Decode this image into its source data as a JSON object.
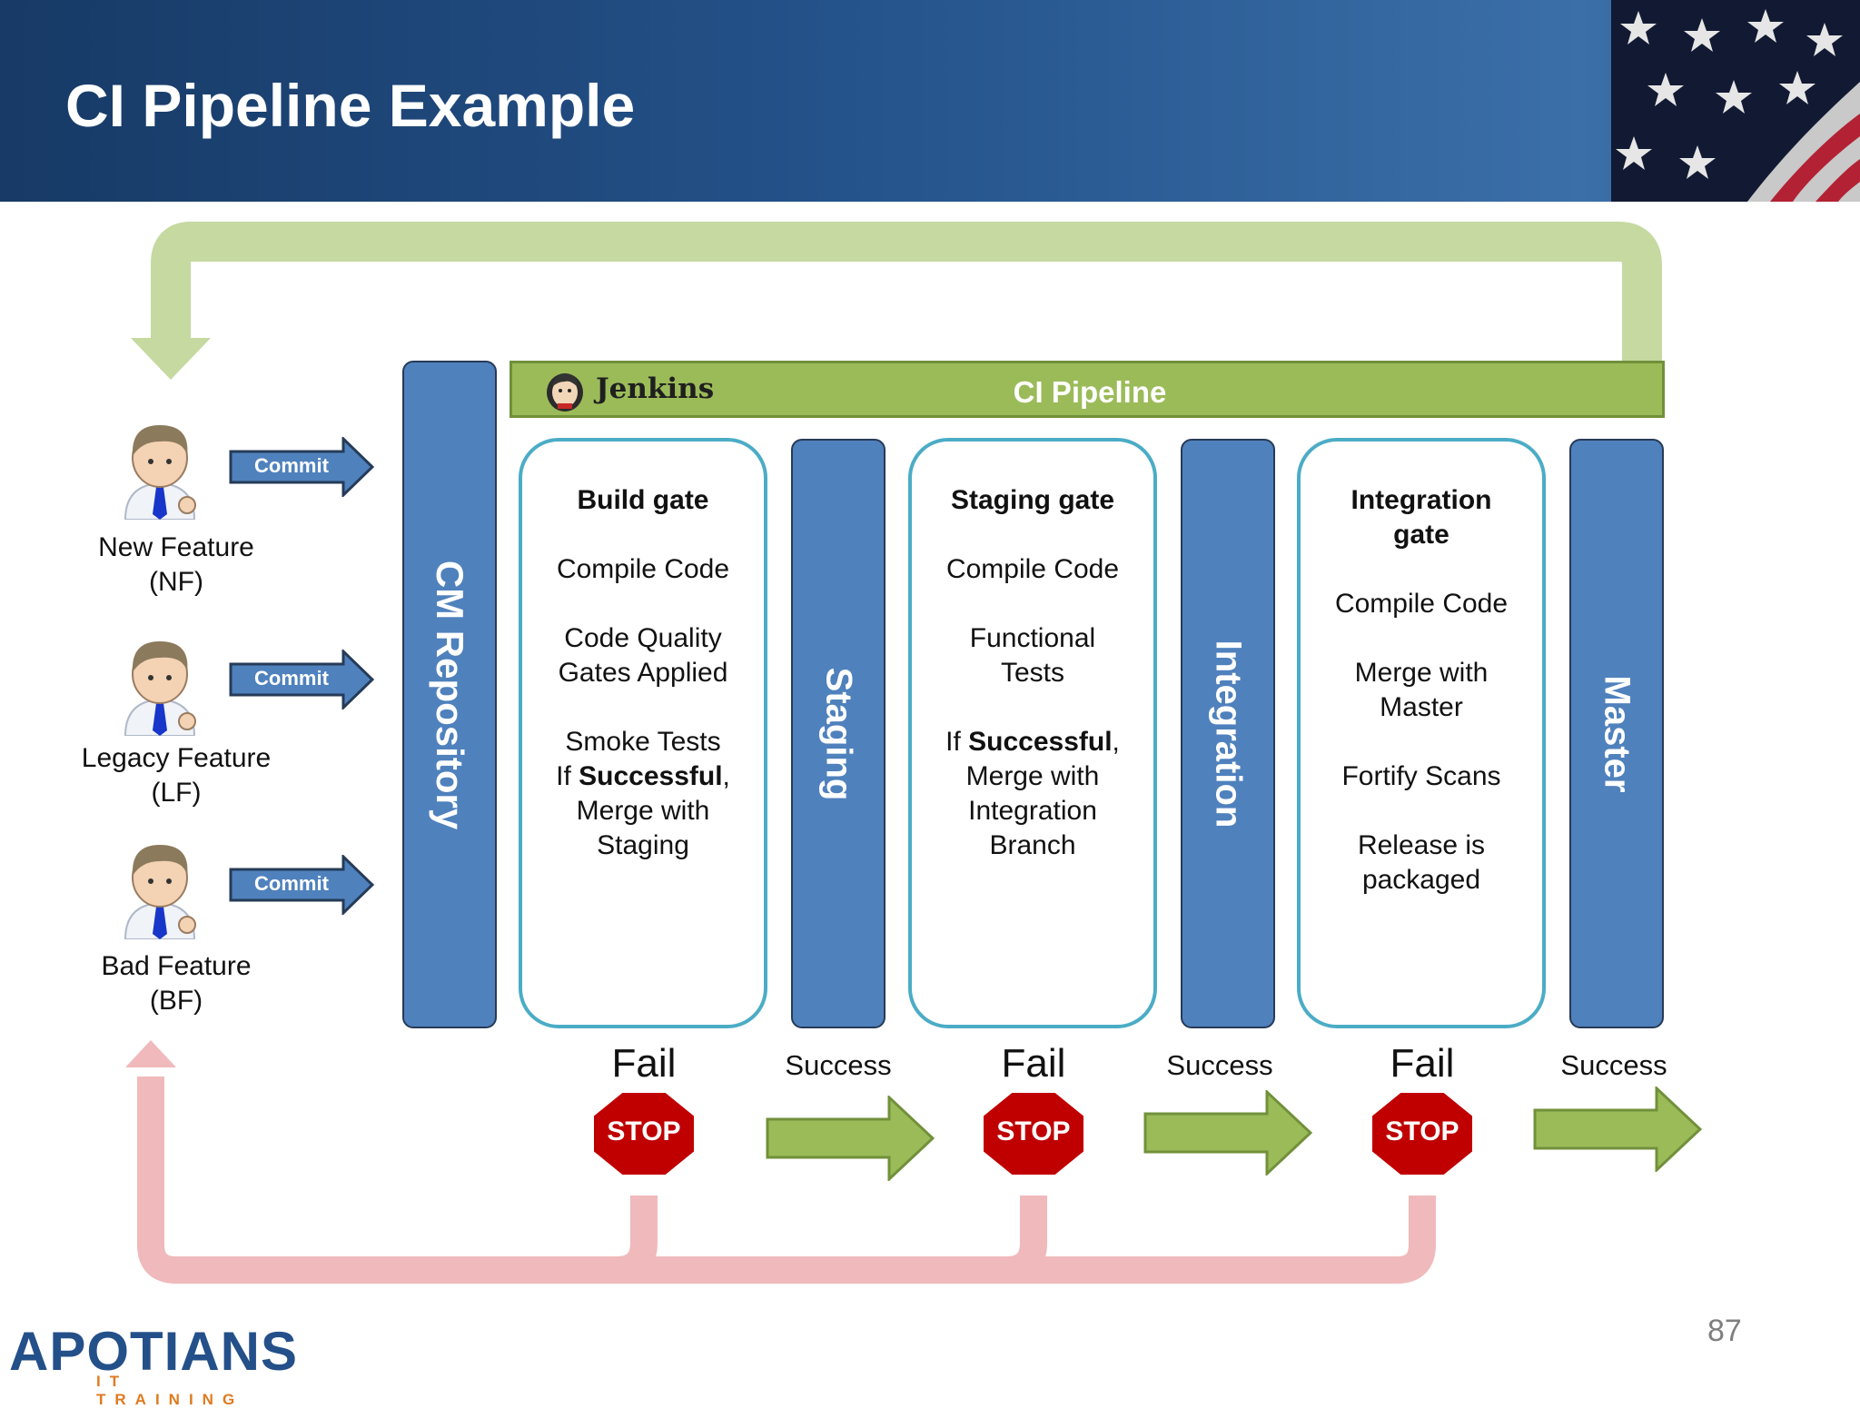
{
  "title": "CI Pipeline Example",
  "developers": [
    {
      "label": "New Feature",
      "abbr": "(NF)",
      "action": "Commit"
    },
    {
      "label": "Legacy Feature",
      "abbr": "(LF)",
      "action": "Commit"
    },
    {
      "label": "Bad Feature",
      "abbr": "(BF)",
      "action": "Commit"
    }
  ],
  "repository": "CM Repository",
  "pipeline": {
    "tool": "Jenkins",
    "label": "CI Pipeline"
  },
  "gates": [
    {
      "title": [
        "Build gate"
      ],
      "steps": [
        [
          "Compile Code"
        ],
        [
          "Code Quality",
          "Gates Applied"
        ],
        [
          "Smoke Tests",
          "If Successful,",
          "Merge with",
          "Staging"
        ]
      ]
    },
    {
      "title": [
        "Staging gate"
      ],
      "steps": [
        [
          "Compile Code"
        ],
        [
          "Functional",
          "Tests"
        ],
        [
          "If Successful,",
          "Merge with",
          "Integration",
          "Branch"
        ]
      ]
    },
    {
      "title": [
        "Integration",
        "gate"
      ],
      "steps": [
        [
          "Compile Code"
        ],
        [
          "Merge with",
          "Master"
        ],
        [
          "Fortify Scans"
        ],
        [
          "Release is",
          "packaged"
        ]
      ]
    }
  ],
  "branches": [
    "Staging",
    "Integration",
    "Master"
  ],
  "outcomes": {
    "fail": "Fail",
    "success": "Success",
    "stop": "STOP"
  },
  "footer": {
    "logo": "APOTIANS",
    "logo_tagline": "IT TRAINING",
    "page_number": "87"
  },
  "colors": {
    "header": "#24528a",
    "bar": "#4f81bd",
    "pipeline": "#9bbb59",
    "gate_border": "#4bacc6",
    "stop": "#c00000",
    "success_arrow": "#9bbb59",
    "loop_back_success": "#c5d9a0",
    "loop_back_fail": "#f0b9bb"
  }
}
